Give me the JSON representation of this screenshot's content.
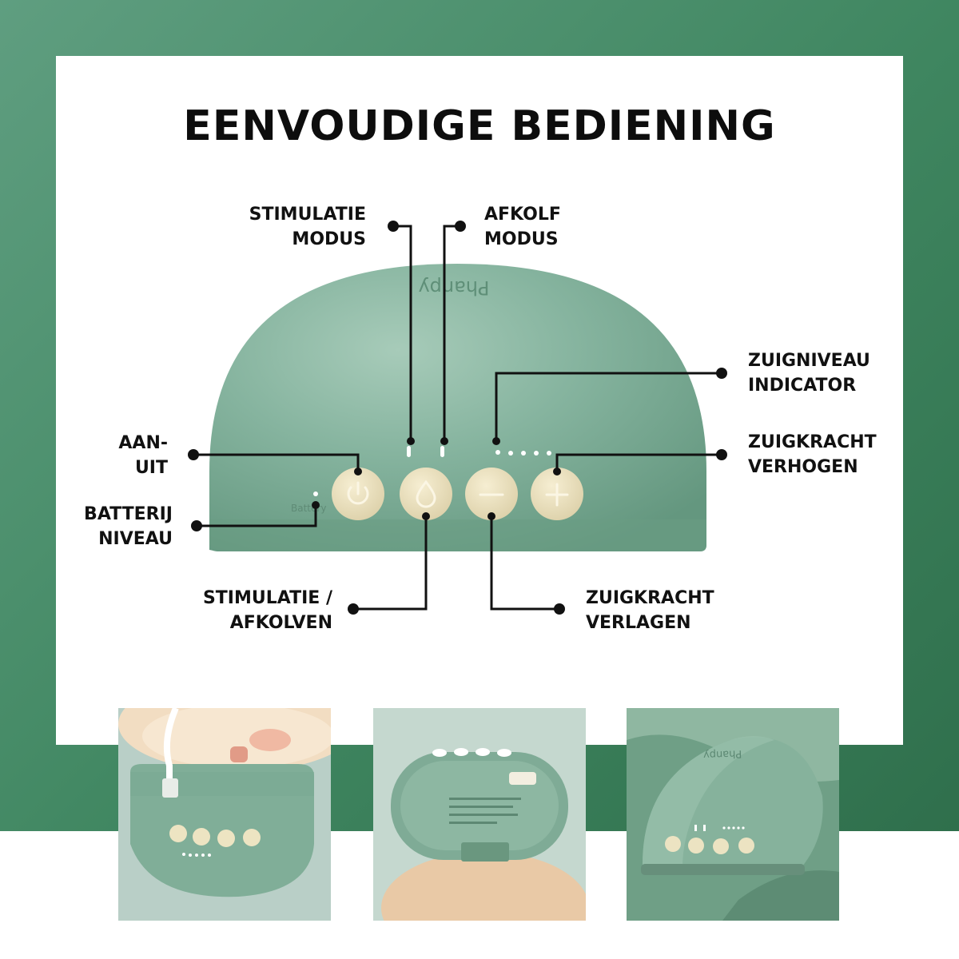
{
  "title": "EENVOUDIGE BEDIENING",
  "brand": "Phanpy",
  "battery_print": "Battery",
  "labels": {
    "stimulatie_modus": [
      "STIMULATIE",
      "MODUS"
    ],
    "afkolf_modus": [
      "AFKOLF",
      "MODUS"
    ],
    "zuigniveau_indicator": [
      "ZUIGNIVEAU",
      "INDICATOR"
    ],
    "aan_uit": [
      "AAN-",
      "UIT"
    ],
    "batterij_niveau": [
      "BATTERIJ",
      "NIVEAU"
    ],
    "zuigkracht_verhogen": [
      "ZUIGKRACHT",
      "VERHOGEN"
    ],
    "stimulatie_afkolven": [
      "STIMULATIE /",
      "AFKOLVEN"
    ],
    "zuigkracht_verlagen": [
      "ZUIGKRACHT",
      "VERLAGEN"
    ]
  },
  "colors": {
    "device_green": "#7fae98",
    "button_cream": "#ece3c2",
    "background_green": "#3f8660"
  },
  "icons": [
    "power-icon",
    "droplet-icon",
    "minus-icon",
    "plus-icon"
  ]
}
